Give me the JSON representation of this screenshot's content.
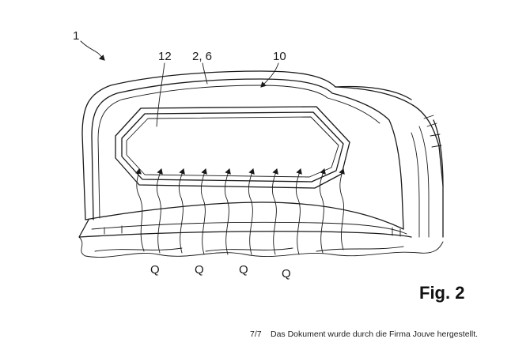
{
  "labels": {
    "ref_1": "1",
    "ref_12": "12",
    "ref_2_6": "2, 6",
    "ref_10": "10",
    "flow_labels": [
      "Q",
      "Q",
      "Q",
      "Q"
    ]
  },
  "figure_caption": "Fig. 2",
  "footer": {
    "page": "7/7",
    "note": "Das Dokument wurde durch die Firma Jouve hergestellt."
  }
}
